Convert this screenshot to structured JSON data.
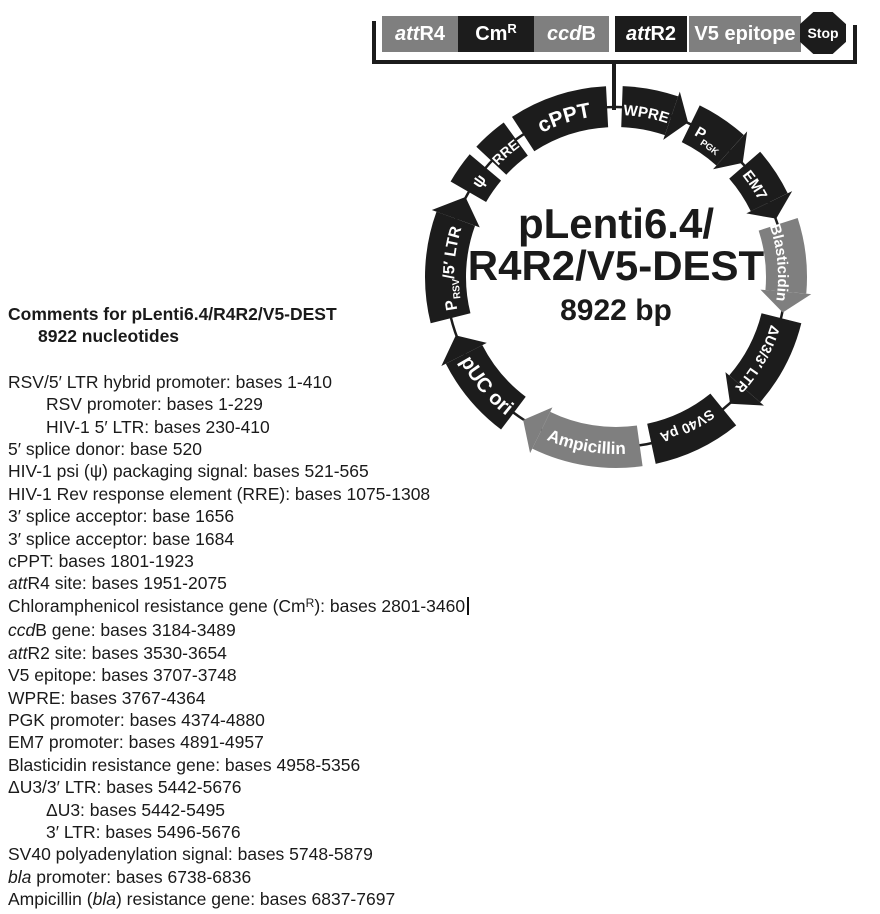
{
  "cassette": {
    "segments": [
      {
        "name": "attr4",
        "bg": "gray",
        "runs": [
          {
            "t": "att",
            "i": true
          },
          {
            "t": "R4"
          }
        ]
      },
      {
        "name": "cmr",
        "bg": "black",
        "runs": [
          {
            "t": "Cm"
          },
          {
            "t": "R",
            "sup": true
          }
        ]
      },
      {
        "name": "ccdb",
        "bg": "gray",
        "runs": [
          {
            "t": "ccd",
            "i": true
          },
          {
            "t": "B"
          }
        ]
      },
      {
        "name": "attr2",
        "bg": "black",
        "runs": [
          {
            "t": "att",
            "i": true
          },
          {
            "t": "R2"
          }
        ]
      },
      {
        "name": "v5-epitope",
        "bg": "gray",
        "runs": [
          {
            "t": "V5 epitope"
          }
        ]
      }
    ],
    "stop_label": "Stop"
  },
  "plasmid": {
    "title_line1": "pLenti6.4/",
    "title_line2": "R4R2/V5-DEST",
    "size_label": "8922 bp",
    "colors": {
      "black": "#1c1c1c",
      "gray": "#7f7f7f"
    },
    "segments": [
      {
        "name": "psi",
        "color": "black",
        "shape": "block",
        "start": 300,
        "end": 310,
        "read": "cw",
        "fs": 16,
        "runs": [
          {
            "t": "ψ"
          }
        ]
      },
      {
        "name": "rre",
        "color": "black",
        "shape": "block",
        "start": 313,
        "end": 324,
        "read": "cw",
        "fs": 14,
        "runs": [
          {
            "t": "RRE"
          }
        ]
      },
      {
        "name": "cppt",
        "color": "black",
        "shape": "block",
        "start": 327,
        "end": 357,
        "read": "cw",
        "fs": 21,
        "runs": [
          {
            "t": "cPPT"
          }
        ]
      },
      {
        "name": "wpre",
        "color": "black",
        "shape": "arrow",
        "start": 2,
        "end": 19,
        "tip": 25,
        "read": "cw",
        "fs": 15,
        "runs": [
          {
            "t": "WPRE"
          }
        ]
      },
      {
        "name": "pgk-promoter",
        "color": "black",
        "shape": "arrow",
        "start": 26,
        "end": 42,
        "tip": 48,
        "read": "cw",
        "fs": 15,
        "runs": [
          {
            "t": "P"
          },
          {
            "t": "PGK",
            "sub": true
          }
        ]
      },
      {
        "name": "em7-promoter",
        "color": "black",
        "shape": "arrow",
        "start": 49,
        "end": 64,
        "tip": 70,
        "read": "cw",
        "fs": 15,
        "runs": [
          {
            "t": "EM7"
          }
        ]
      },
      {
        "name": "blasticidin",
        "color": "gray",
        "shape": "arrow",
        "start": 72,
        "end": 95,
        "tip": 102,
        "read": "cw",
        "fs": 15,
        "lstart": 70,
        "lend": 100,
        "runs": [
          {
            "t": "Blasticidin"
          }
        ]
      },
      {
        "name": "delta-u3-3-ltr",
        "color": "black",
        "shape": "arrow",
        "start": 104,
        "end": 131,
        "tip": 138,
        "read": "cw",
        "fs": 14,
        "lstart": 104,
        "lend": 136,
        "runs": [
          {
            "t": "ΔU3/3′ LTR"
          }
        ]
      },
      {
        "name": "sv40-pa",
        "color": "black",
        "shape": "block",
        "start": 141,
        "end": 168,
        "read": "cw",
        "fs": 14,
        "runs": [
          {
            "t": "SV40 pA"
          }
        ]
      },
      {
        "name": "ampicillin",
        "color": "gray",
        "shape": "arrow",
        "start": 172,
        "end": 206,
        "tip": 213,
        "read": "ccw",
        "fs": 17,
        "lstart": 174,
        "lend": 206,
        "runs": [
          {
            "t": "Ampicillin"
          }
        ]
      },
      {
        "name": "puc-ori",
        "color": "black",
        "shape": "arrow",
        "start": 217,
        "end": 243,
        "tip": 250,
        "read": "ccw",
        "fs": 20,
        "runs": [
          {
            "t": "pUC ori"
          }
        ]
      },
      {
        "name": "rsv-5-ltr-promoter",
        "color": "black",
        "shape": "arrow",
        "start": 256,
        "end": 290,
        "tip": 298,
        "read": "cw",
        "fs": 16,
        "lstart": 254,
        "lend": 292,
        "runs": [
          {
            "t": "P"
          },
          {
            "t": "RSV",
            "sub": true
          },
          {
            "t": "/5′ LTR"
          }
        ]
      }
    ]
  },
  "comments": {
    "header_line1": "Comments for pLenti6.4/R4R2/V5-DEST",
    "header_line2": "8922 nucleotides",
    "items": [
      {
        "indent": 0,
        "runs": [
          {
            "t": "RSV/5′ LTR hybrid promoter: bases 1-410"
          }
        ]
      },
      {
        "indent": 1,
        "runs": [
          {
            "t": "RSV promoter: bases 1-229"
          }
        ]
      },
      {
        "indent": 1,
        "runs": [
          {
            "t": "HIV-1 5′ LTR: bases 230-410"
          }
        ]
      },
      {
        "indent": 0,
        "runs": [
          {
            "t": "5′ splice donor: base 520"
          }
        ]
      },
      {
        "indent": 0,
        "runs": [
          {
            "t": "HIV-1 psi (ψ) packaging signal: bases 521-565"
          }
        ]
      },
      {
        "indent": 0,
        "runs": [
          {
            "t": "HIV-1 Rev response element (RRE): bases 1075-1308"
          }
        ]
      },
      {
        "indent": 0,
        "runs": [
          {
            "t": "3′ splice acceptor: base 1656"
          }
        ]
      },
      {
        "indent": 0,
        "runs": [
          {
            "t": "3′ splice acceptor: base 1684"
          }
        ]
      },
      {
        "indent": 0,
        "runs": [
          {
            "t": "cPPT: bases 1801-1923"
          }
        ]
      },
      {
        "indent": 0,
        "runs": [
          {
            "t": "att",
            "i": true
          },
          {
            "t": "R4 site: bases 1951-2075"
          }
        ]
      },
      {
        "indent": 0,
        "cursor": true,
        "runs": [
          {
            "t": "Chloramphenicol resistance gene (Cm"
          },
          {
            "t": "R",
            "sup": true
          },
          {
            "t": "): bases 2801-3460"
          }
        ]
      },
      {
        "indent": 0,
        "runs": [
          {
            "t": "ccd",
            "i": true
          },
          {
            "t": "B gene: bases 3184-3489"
          }
        ]
      },
      {
        "indent": 0,
        "runs": [
          {
            "t": "att",
            "i": true
          },
          {
            "t": "R2 site: bases 3530-3654"
          }
        ]
      },
      {
        "indent": 0,
        "runs": [
          {
            "t": "V5 epitope: bases 3707-3748"
          }
        ]
      },
      {
        "indent": 0,
        "runs": [
          {
            "t": "WPRE: bases 3767-4364"
          }
        ]
      },
      {
        "indent": 0,
        "runs": [
          {
            "t": "PGK promoter: bases 4374-4880"
          }
        ]
      },
      {
        "indent": 0,
        "runs": [
          {
            "t": "EM7 promoter: bases 4891-4957"
          }
        ]
      },
      {
        "indent": 0,
        "runs": [
          {
            "t": "Blasticidin resistance gene: bases 4958-5356"
          }
        ]
      },
      {
        "indent": 0,
        "runs": [
          {
            "t": "ΔU3/3′ LTR: bases 5442-5676"
          }
        ]
      },
      {
        "indent": 1,
        "runs": [
          {
            "t": "ΔU3: bases 5442-5495"
          }
        ]
      },
      {
        "indent": 1,
        "runs": [
          {
            "t": "3′ LTR: bases 5496-5676"
          }
        ]
      },
      {
        "indent": 0,
        "runs": [
          {
            "t": "SV40 polyadenylation signal: bases 5748-5879"
          }
        ]
      },
      {
        "indent": 0,
        "runs": [
          {
            "t": "bla",
            "i": true
          },
          {
            "t": " promoter: bases 6738-6836"
          }
        ]
      },
      {
        "indent": 0,
        "runs": [
          {
            "t": "Ampicillin ("
          },
          {
            "t": "bla",
            "i": true
          },
          {
            "t": ") resistance gene: bases 6837-7697"
          }
        ]
      }
    ]
  }
}
